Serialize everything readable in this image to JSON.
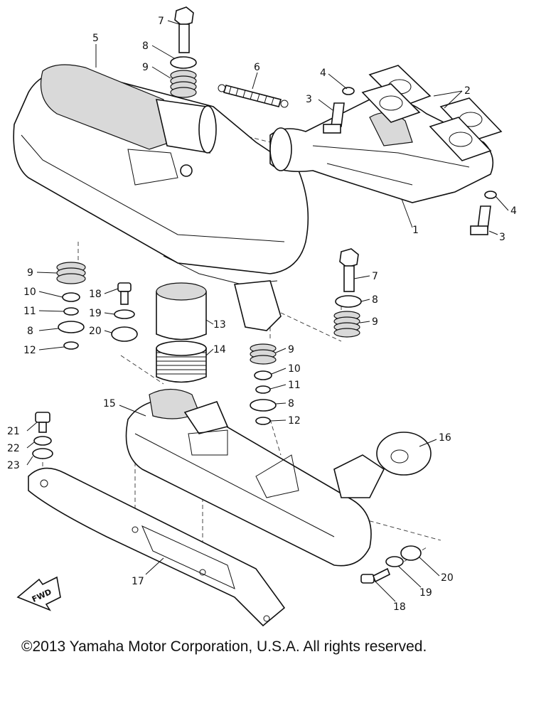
{
  "labels": {
    "l1": "1",
    "l2": "2",
    "l3a": "3",
    "l3b": "3",
    "l4a": "4",
    "l4b": "4",
    "l5": "5",
    "l6": "6",
    "l7a": "7",
    "l7b": "7",
    "l8a": "8",
    "l8b": "8",
    "l8c": "8",
    "l8d": "8",
    "l9a": "9",
    "l9b": "9",
    "l9c": "9",
    "l9d": "9",
    "l10a": "10",
    "l10b": "10",
    "l11a": "11",
    "l11b": "11",
    "l12a": "12",
    "l12b": "12",
    "l13": "13",
    "l14": "14",
    "l15": "15",
    "l16": "16",
    "l17": "17",
    "l18a": "18",
    "l18b": "18",
    "l19a": "19",
    "l19b": "19",
    "l20a": "20",
    "l20b": "20",
    "l21": "21",
    "l22": "22",
    "l23": "23"
  },
  "fwd_marker": "FWD",
  "copyright": "©2013 Yamaha Motor Corporation, U.S.A. All rights reserved."
}
